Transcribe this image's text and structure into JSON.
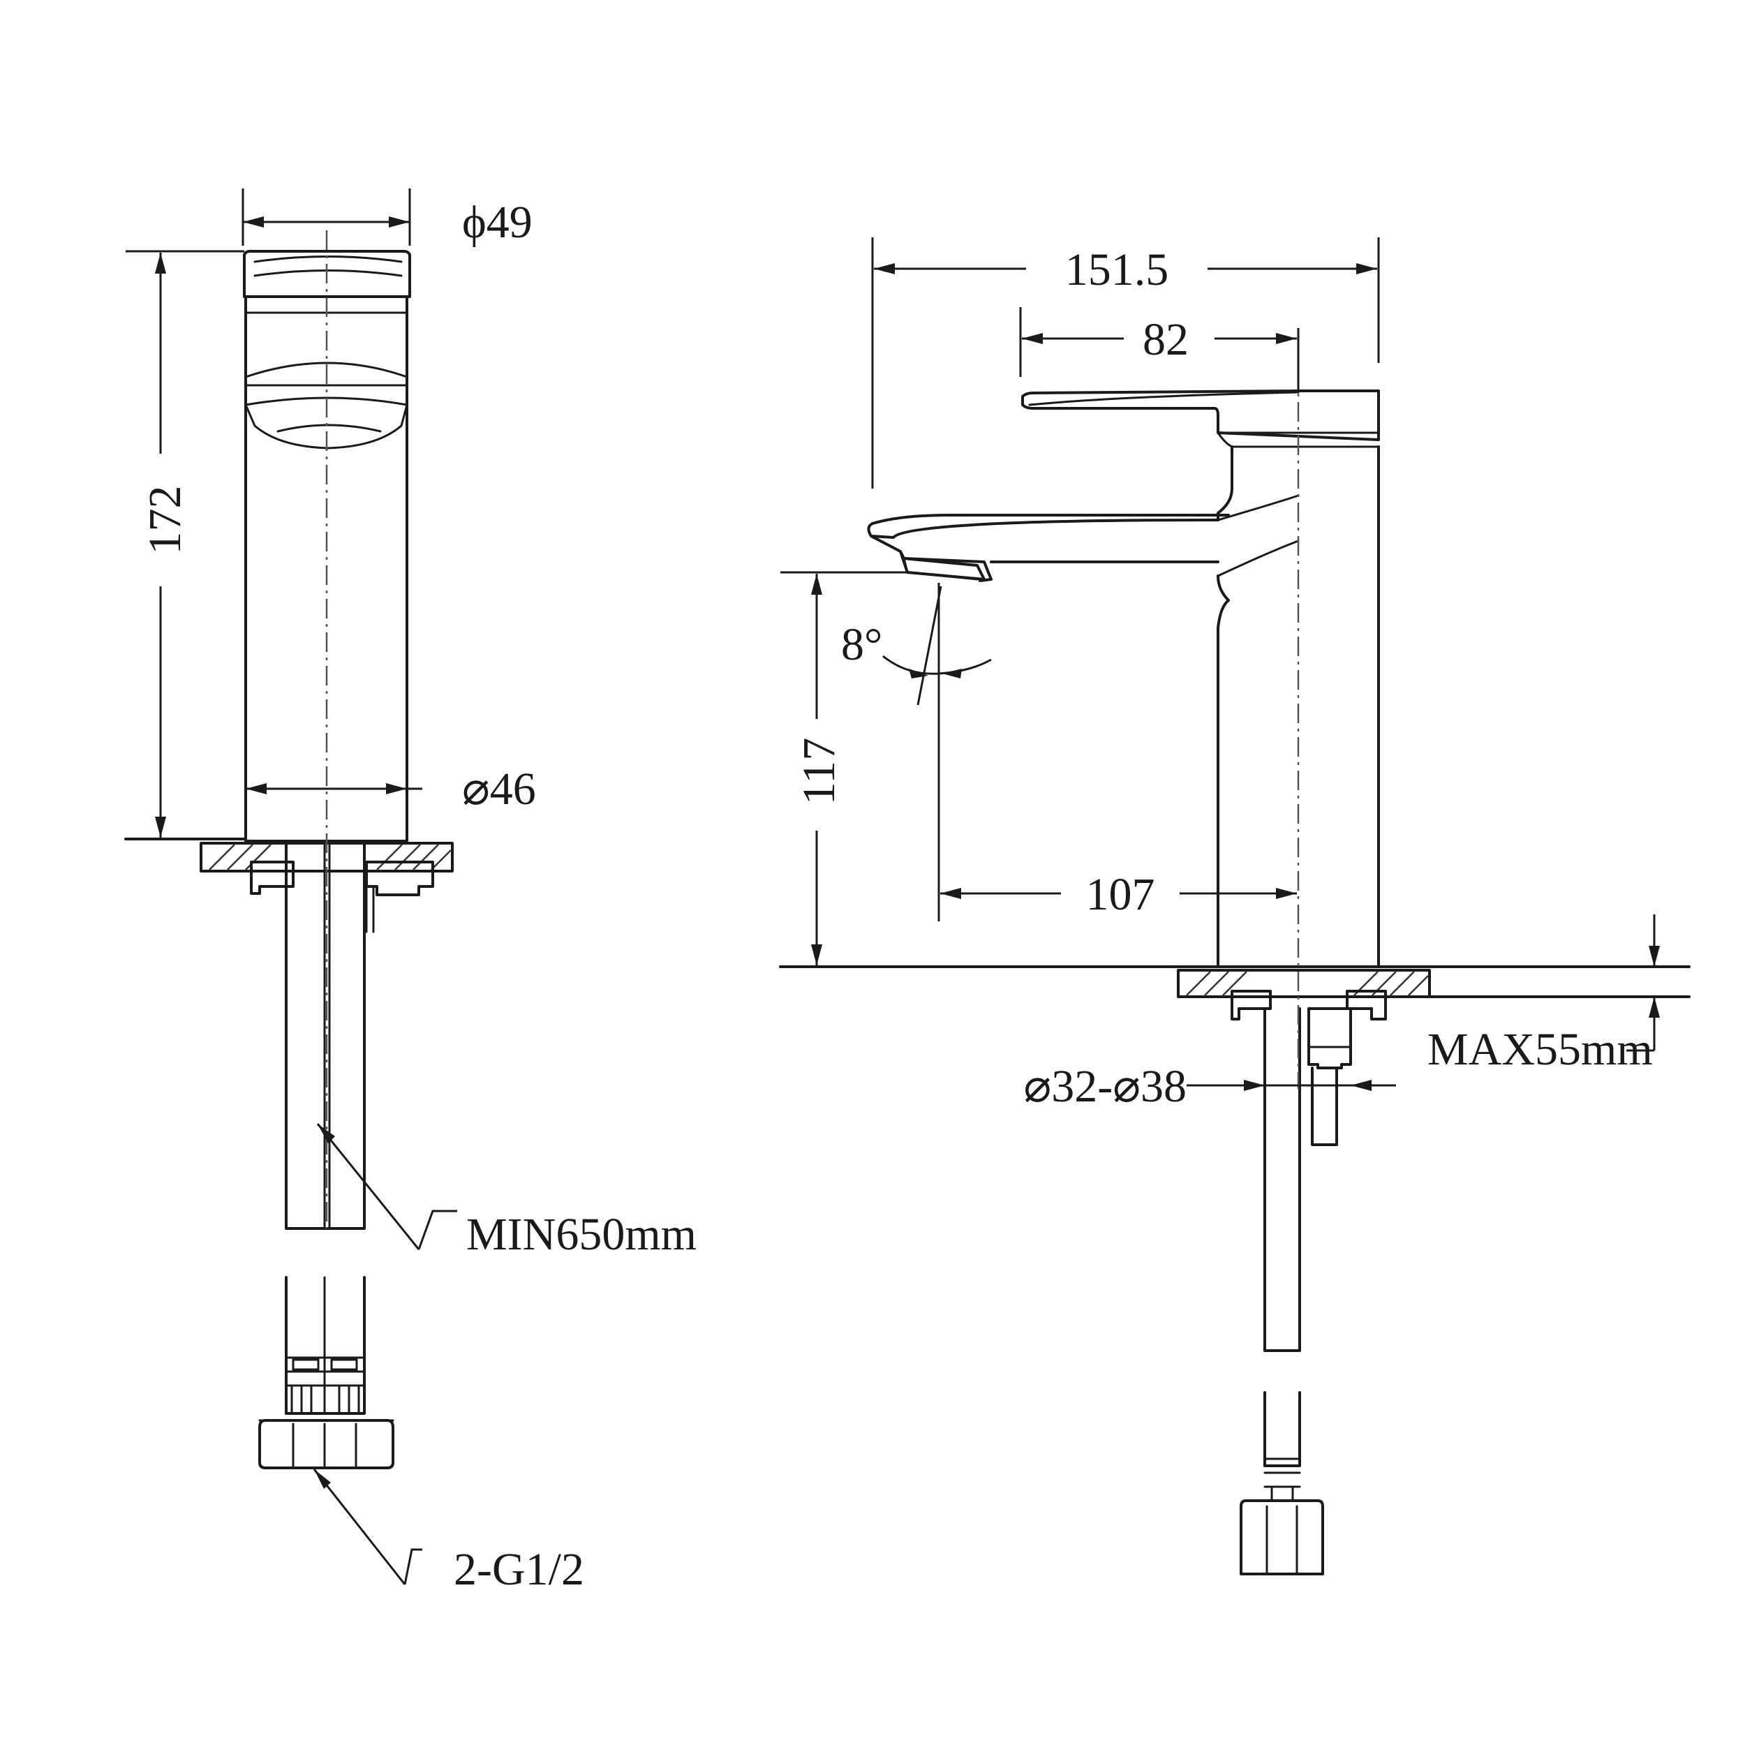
{
  "front_view": {
    "labels": {
      "handle_diameter": "ϕ49",
      "body_diameter": "⌀46",
      "height": "172",
      "hose_length": "MIN650mm",
      "connection": "2-G1/2"
    }
  },
  "side_view": {
    "labels": {
      "overall_length": "151.5",
      "handle_length": "82",
      "spout_angle": "8°",
      "spout_height": "117",
      "reach": "107",
      "hole_diameter": "⌀32-⌀38",
      "max_thickness": "MAX55mm"
    }
  },
  "colors": {
    "line": "#1a1a1a",
    "background": "#ffffff"
  }
}
